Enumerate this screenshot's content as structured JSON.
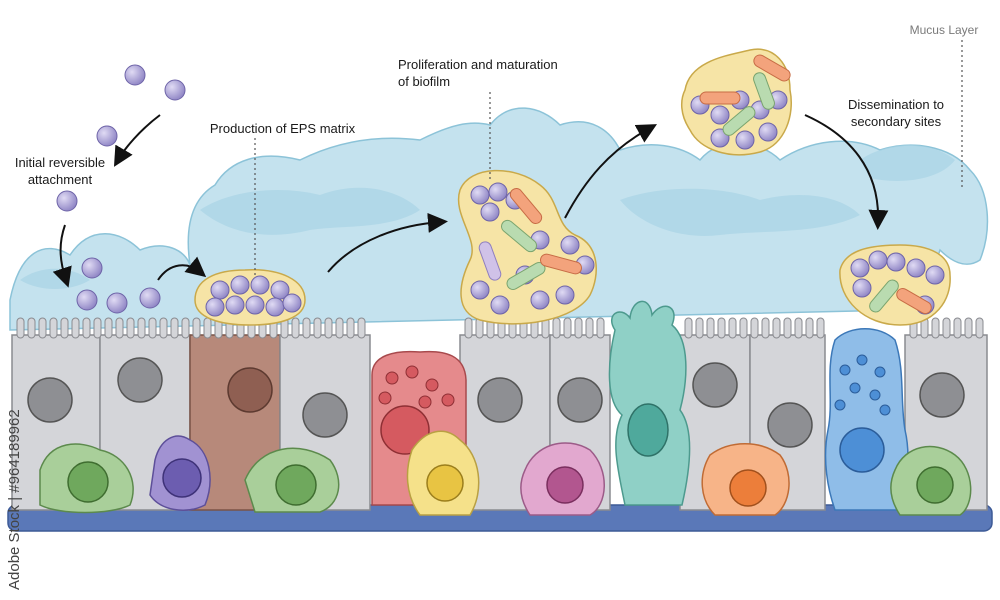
{
  "labels": {
    "initial_attachment": "Initial reversible\nattachment",
    "eps_matrix": "Production of EPS  matrix",
    "proliferation": "Proliferation and maturation\nof biofilm",
    "dissemination": "Dissemination to\nsecondary sites",
    "mucus_layer": "Mucus Layer"
  },
  "watermark": "Adobe Stock | #964189962",
  "colors": {
    "mucus": "#bfe0ec",
    "mucus_edge": "#8cc3d8",
    "eps_matrix": "#f6e4a6",
    "bacteria_cocci": "#9d93cf",
    "epithelium": "#d4d5d9",
    "basement": "#4f6fb2"
  }
}
